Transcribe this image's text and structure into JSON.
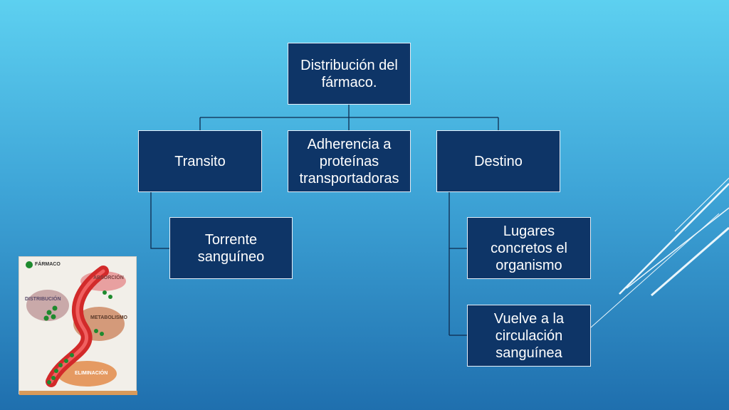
{
  "diagram": {
    "root": {
      "label": "Distribución del fármaco."
    },
    "children": [
      {
        "label": "Transito",
        "children": [
          {
            "label": "Torrente sanguíneo"
          }
        ]
      },
      {
        "label": "Adherencia a proteínas transportadoras"
      },
      {
        "label": "Destino",
        "children": [
          {
            "label": "Lugares concretos el organismo"
          },
          {
            "label": "Vuelve a la circulación sanguínea"
          }
        ]
      }
    ]
  },
  "illustration": {
    "title": "FÁRMACO",
    "labels": [
      "ABSORCIÓN",
      "DISTRIBUCIÓN",
      "METABOLISMO",
      "ELIMINACIÓN"
    ]
  },
  "colors": {
    "box_fill": "#0e3567",
    "box_border": "#e6eef7",
    "connector": "#0e2a4d"
  }
}
